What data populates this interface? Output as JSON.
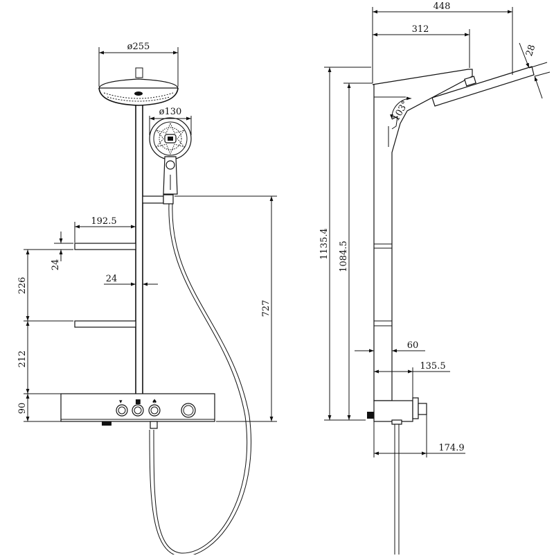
{
  "front_view": {
    "head_diameter": "ø255",
    "hand_diameter": "ø130",
    "shelf_width": "192.5",
    "shelf_thickness": "24",
    "pipe_width": "24",
    "shelf_gap": "226",
    "lower_gap": "212",
    "valve_height": "90",
    "slide_to_base": "727"
  },
  "side_view": {
    "total_reach": "448",
    "arm_length": "312",
    "head_thickness": "28",
    "angle": "103°",
    "total_height": "1135.4",
    "pipe_height": "1084.5",
    "pipe_offset": "60",
    "valve_depth": "135.5",
    "handle_depth": "174.9"
  }
}
